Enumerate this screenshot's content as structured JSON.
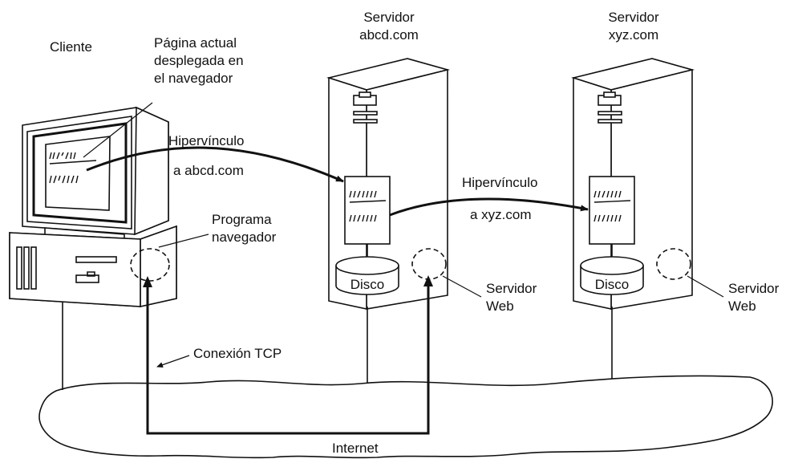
{
  "labels": {
    "client": "Cliente",
    "current_page": [
      "Página actual",
      "desplegada en",
      "el navegador"
    ],
    "hyperlink_1": "Hipervínculo",
    "hyperlink_1_target": "a abcd.com",
    "hyperlink_2": "Hipervínculo",
    "hyperlink_2_target": "a xyz.com",
    "browser_program": [
      "Programa",
      "navegador"
    ],
    "server_1": [
      "Servidor",
      "abcd.com"
    ],
    "server_2": [
      "Servidor",
      "xyz.com"
    ],
    "disk_1": "Disco",
    "disk_2": "Disco",
    "web_server_1": [
      "Servidor",
      "Web"
    ],
    "web_server_2": [
      "Servidor",
      "Web"
    ],
    "tcp_connection": "Conexión TCP",
    "internet": "Internet"
  },
  "icons": {
    "client_computer": "desktop-computer-icon",
    "server": "tower-server-icon",
    "disk": "disk-cylinder-icon"
  }
}
